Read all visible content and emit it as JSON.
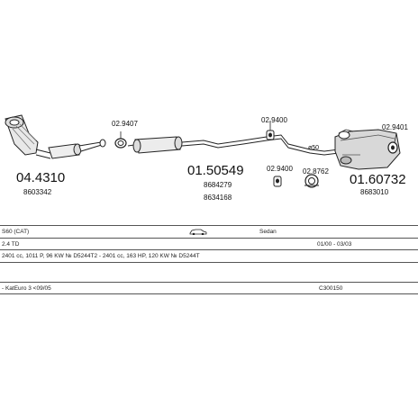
{
  "parts": [
    {
      "code": "04.4310",
      "oem": "8603342"
    },
    {
      "code": "01.50549",
      "oem": "8684279",
      "oem2": "8634168"
    },
    {
      "code": "01.60732",
      "oem": "8683010"
    }
  ],
  "small_parts": {
    "a": "02.9407",
    "b": "02.9400",
    "c": "02.9400",
    "d": "02.8762",
    "e": "02.9401",
    "pipe_dim": "ø50"
  },
  "table": {
    "row1": {
      "left": "S60 (CAT)",
      "middle": "Sedan"
    },
    "row2": {
      "left": "2.4 TD",
      "right": "01/00 - 03/03"
    },
    "row3": {
      "left": "2401 cc, 1011 P, 96 KW № D5244T2 - 2401 cc, 163 HP, 120 KW № D5244T"
    },
    "row4": {
      "left": "- KatEuro 3 <09/05",
      "right": "C300150"
    }
  }
}
